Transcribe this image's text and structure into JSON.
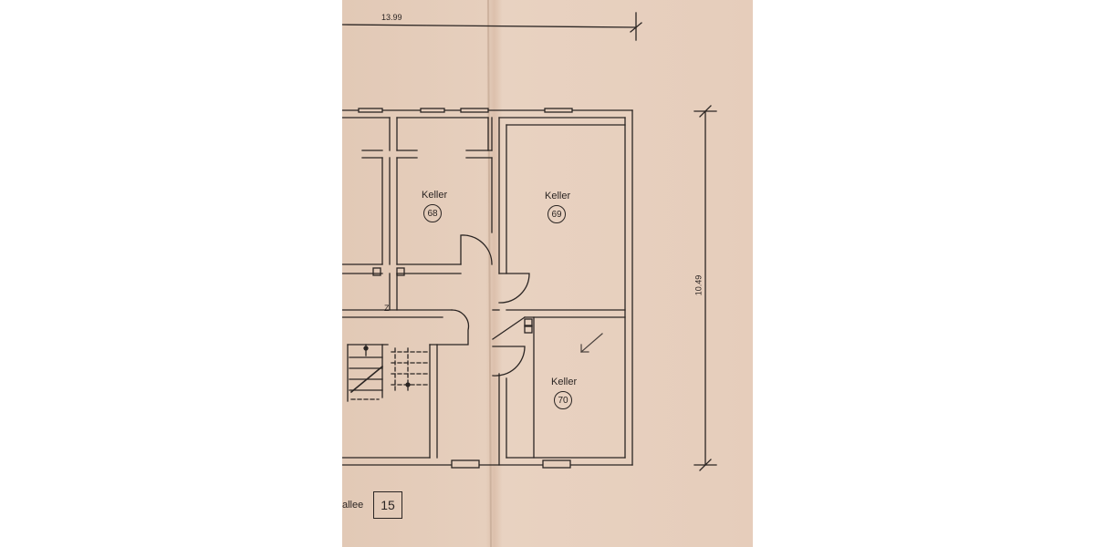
{
  "dimensions": {
    "width_label": "13.99",
    "height_label": "10.49"
  },
  "rooms": [
    {
      "label": "Keller",
      "number": "68"
    },
    {
      "label": "Keller",
      "number": "69"
    },
    {
      "label": "Keller",
      "number": "70"
    }
  ],
  "street_fragment": "allee",
  "house_number": "15",
  "stair_label": "Z",
  "colors": {
    "paper": "#e5cdbb",
    "ink": "#2b2523",
    "fold": "#d6b9a4"
  }
}
